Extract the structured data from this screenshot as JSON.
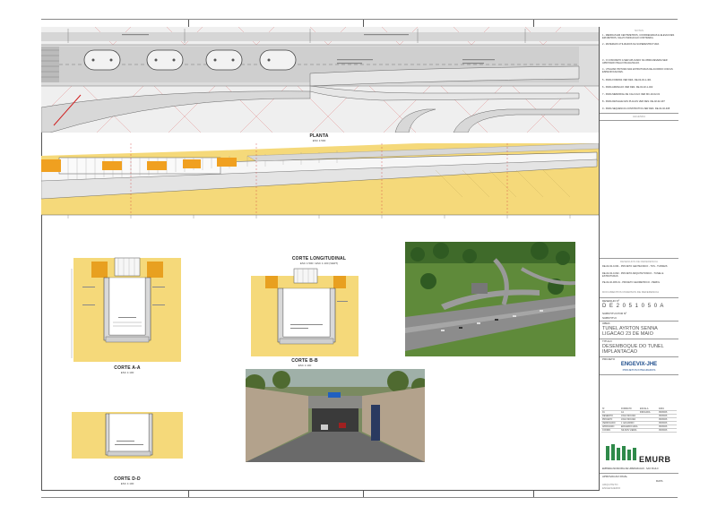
{
  "sheet": {
    "plan_label": "PLANTA",
    "plan_scale": "ESC 1:500",
    "longi_label": "CORTE LONGITUDINAL",
    "longi_scale": "ESC 1:500 / ESC 1:100 (VERT)",
    "section_aa": "CORTE A-A",
    "section_bb": "CORTE B-B",
    "section_dd": "CORTE D-D",
    "section_scale": "ESC 1:100"
  },
  "title_block": {
    "notes_header": "NOTAS",
    "notes": [
      "1 - MEDIDAS EM CENTIMETROS, COORDENADAS E ELEVACOES EM METROS, SALVO INDICACAO CONTRARIA.",
      "2 - MATERIAIS UTILIZADOS NA SUPERESTRUTURA",
      "3 - O CONCRETO A SER APLICADO NA OBRA DEVERA SER APROVADO PELA FISCALIZACAO.",
      "4 - UTILIZAR PINTURA NAS ESTRUTURAS DE ACORDO COM AS ESPECIFICACOES.",
      "5 - PARA FORMAS VER DES. DE-02-02-1-401",
      "6 - PARA ARMACAO VER DES. DE-02-02-1-402",
      "7 - PARA MEMORIAL DE CALCULO VER MC-02-02-01",
      "8 - PARA DETALHE DAS PLACAS VER DES. DE-02-02-407",
      "9 - PARA SEQUENCIA CONSTRUTIVA VER DES. DE-02-02-408"
    ],
    "legend_header": "LEGENDA",
    "refs_header": "DESENHOS DE REFERENCIA",
    "refs": [
      "DE-02-02-0-001 - PROJETO GEOTECNICO - TOS - TUNNEIS",
      "DE-02-02-0-002 - PROJETO ARQUITETONICO - TUNEL E ESTRUTURAS",
      "PE-02-02-005-01 - PROJETO GEOMETRICO - PERFIL"
    ],
    "refs_footer": "DOCUMENTOS DIVERSOS DE REFERENCIA",
    "design_no_label": "DESENHO Nº",
    "design_no": "D E 2 0 5 1 0 5 0 A",
    "sub_no_label": "SUBSTITUI POR Nº",
    "sub_by_label": "SUBSTITUI",
    "project_label": "OBRA",
    "project_line1": "TUNEL AYRTON SENNA",
    "project_line2": "LIGACAO 23 DE MAIO",
    "drawing_label": "TITULO",
    "drawing_line1": "DESEMBOQUE DO TUNEL",
    "drawing_line2": "IMPLANTACAO",
    "company_label": "PROJETO",
    "company_name": "ENGEVIX-JHE",
    "company_tag": "PROJETOS INTEGRADOS",
    "approvals_header": "APROVACAO FINAL",
    "approvals": [
      "DATA",
      "ARQUITETO",
      "ENGENHEIRO"
    ],
    "client": "EMURB",
    "client_sub": "EMPRESA MUNICIPAL DE URBANIZACAO - SAO PAULO",
    "table": [
      [
        "Nº",
        "FORMATO",
        "ESCALA",
        "DATA"
      ],
      [
        "01",
        "A1",
        "INDICADA",
        "05/06/06"
      ],
      [
        "DESENHO",
        "JOAO MOURA",
        "",
        "05/06/06"
      ],
      [
        "PROJETO",
        "JOAO MOURA",
        "",
        "05/06/06"
      ],
      [
        "VERIFICADO",
        "J. EDUARDO",
        "",
        "05/06/06"
      ],
      [
        "APROVADO",
        "EDUARDO MAIA",
        "",
        "05/06/06"
      ],
      [
        "COORD.",
        "NILSON VIEIRA",
        "",
        "05/06/06"
      ]
    ]
  },
  "colors": {
    "soil": "#f5d97a",
    "soil_dark": "#e8c24a",
    "concrete": "#d9d9d9",
    "road": "#c9c9c9",
    "red_line": "#d04040",
    "orange": "#f0a020",
    "frame": "#555555"
  }
}
